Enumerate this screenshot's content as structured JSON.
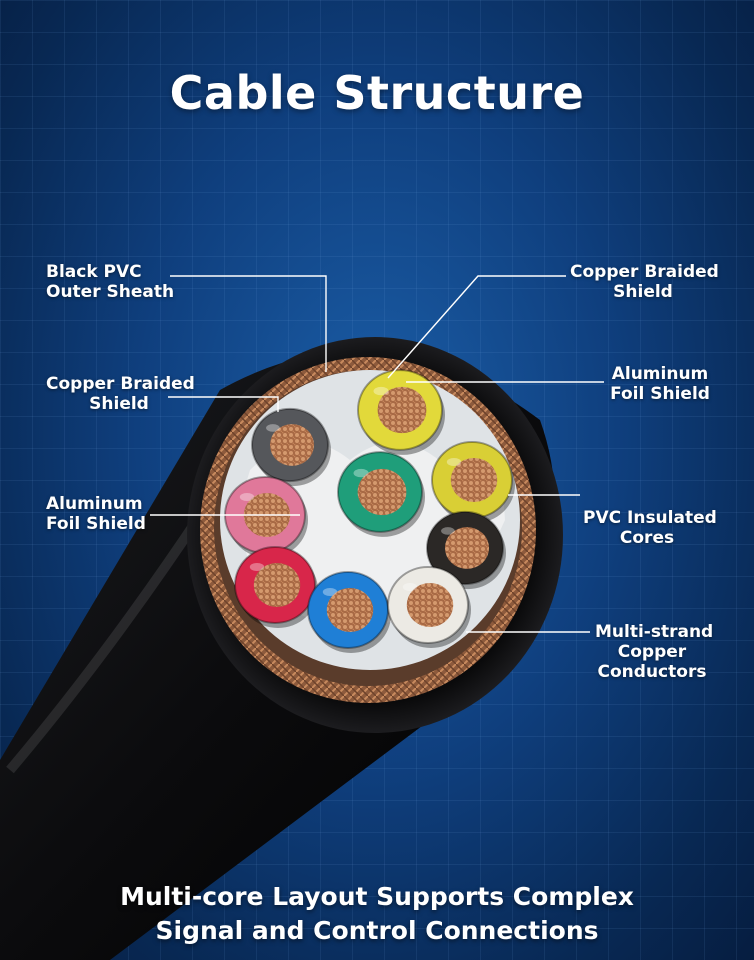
{
  "title": "Cable Structure",
  "callouts": {
    "black_pvc_sheath": [
      "Black PVC",
      "Outer Sheath"
    ],
    "copper_braided_shield_left": [
      "Copper Braided",
      "Shield"
    ],
    "aluminum_foil_shield_left": [
      "Aluminum",
      "Foil Shield"
    ],
    "copper_braided_shield_right": [
      "Copper Braided",
      "Shield"
    ],
    "aluminum_foil_shield_right": [
      "Aluminum",
      "Foil Shield"
    ],
    "pvc_insulated_cores": [
      "PVC Insulated",
      "Cores"
    ],
    "multi_strand_conductors": [
      "Multi-strand",
      "Copper",
      "Conductors"
    ]
  },
  "footer": [
    "Multi-core Layout Supports Complex",
    "Signal and Control Connections"
  ],
  "colors": {
    "background": "#0f3f7e",
    "sheath": "#0c0c0e",
    "copper": "#b8774f",
    "foil": "#e6e9ec",
    "leader_line": "#ffffff"
  },
  "cores": [
    {
      "name": "gray-core",
      "color": "#55575b"
    },
    {
      "name": "yellow-core-top",
      "color": "#e2d93a"
    },
    {
      "name": "green-core",
      "color": "#1f9e7a"
    },
    {
      "name": "yellow-core-right",
      "color": "#d9cf35"
    },
    {
      "name": "pink-core",
      "color": "#e0789a"
    },
    {
      "name": "black-core",
      "color": "#2b2826"
    },
    {
      "name": "red-core",
      "color": "#d8264a"
    },
    {
      "name": "blue-core",
      "color": "#1f7fd6"
    },
    {
      "name": "white-core",
      "color": "#eceae4"
    }
  ]
}
